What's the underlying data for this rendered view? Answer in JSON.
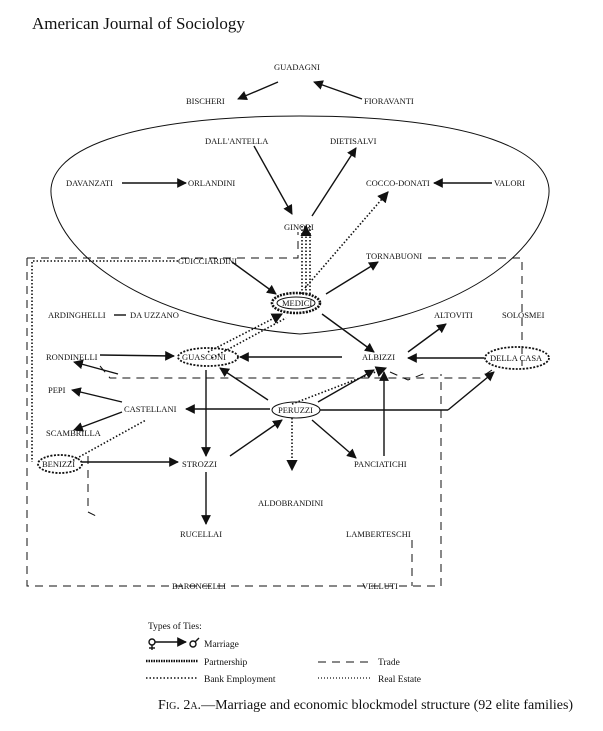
{
  "header": {
    "journal": "American Journal of Sociology"
  },
  "diagram": {
    "nodes": {
      "guadagni": "GUADAGNI",
      "bischeri": "BISCHERI",
      "fioravanti": "FIORAVANTI",
      "dallantella": "DALL'ANTELLA",
      "dietisalvi": "DIETISALVI",
      "davanzati": "DAVANZATI",
      "orlandini": "ORLANDINI",
      "cocco": "COCCO-DONATI",
      "valori": "VALORI",
      "ginori": "GINORI",
      "guicciardini": "GUICCIARDINI",
      "tornabuoni": "TORNABUONI",
      "medici": "MEDICI",
      "ardinghelli": "ARDINGHELLI",
      "dauzzano": "DA UZZANO",
      "altoviti": "ALTOVITI",
      "solosmei": "SOLOSMEI",
      "rondinelli": "RONDINELLI",
      "guasconi": "GUASCONI",
      "albizzi": "ALBIZZI",
      "dellacasa": "DELLA CASA",
      "pepi": "PEPI",
      "castellani": "CASTELLANI",
      "peruzzi": "PERUZZI",
      "scambrilla": "SCAMBRILLA",
      "benizzi": "BENIZZI",
      "strozzi": "STROZZI",
      "panciatichi": "PANCIATICHI",
      "aldobrandini": "ALDOBRANDINI",
      "rucellai": "RUCELLAI",
      "lamberteschi": "LAMBERTESCHI",
      "baroncelli": "BARONCELLI",
      "velluti": "VELLUTI"
    },
    "legend": {
      "title": "Types of Ties:",
      "marriage": "Marriage",
      "partnership": "Partnership",
      "bank": "Bank Employment",
      "trade": "Trade",
      "realestate": "Real Estate"
    }
  },
  "caption": {
    "fig": "Fig. 2a.",
    "text": "—Marriage and economic blockmodel structure (92 elite families)"
  }
}
